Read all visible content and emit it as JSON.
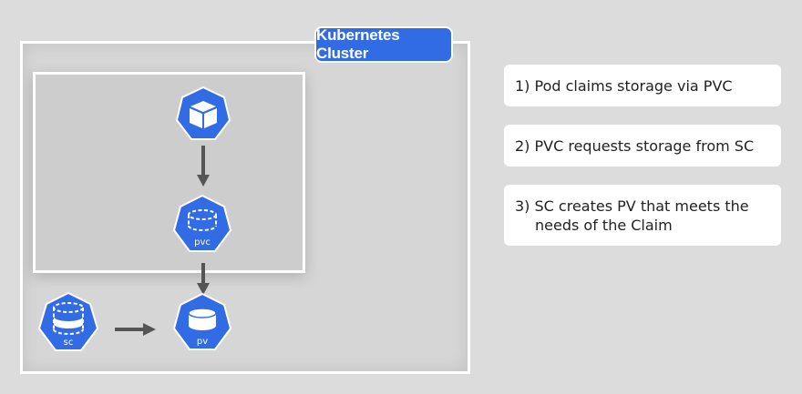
{
  "cluster": {
    "label": "Kubernetes Cluster"
  },
  "icons": {
    "pod": {
      "name": "pod-icon"
    },
    "pvc": {
      "label": "pvc"
    },
    "pv": {
      "label": "pv"
    },
    "sc": {
      "label": "sc"
    }
  },
  "steps": [
    {
      "text": "1) Pod claims storage via PVC"
    },
    {
      "text": "2) PVC requests storage from SC"
    },
    {
      "text": "3) SC creates PV that meets the needs of the Claim"
    }
  ],
  "colors": {
    "k8s_blue": "#326ce5",
    "arrow": "#555555",
    "background": "#dcdcdc"
  }
}
